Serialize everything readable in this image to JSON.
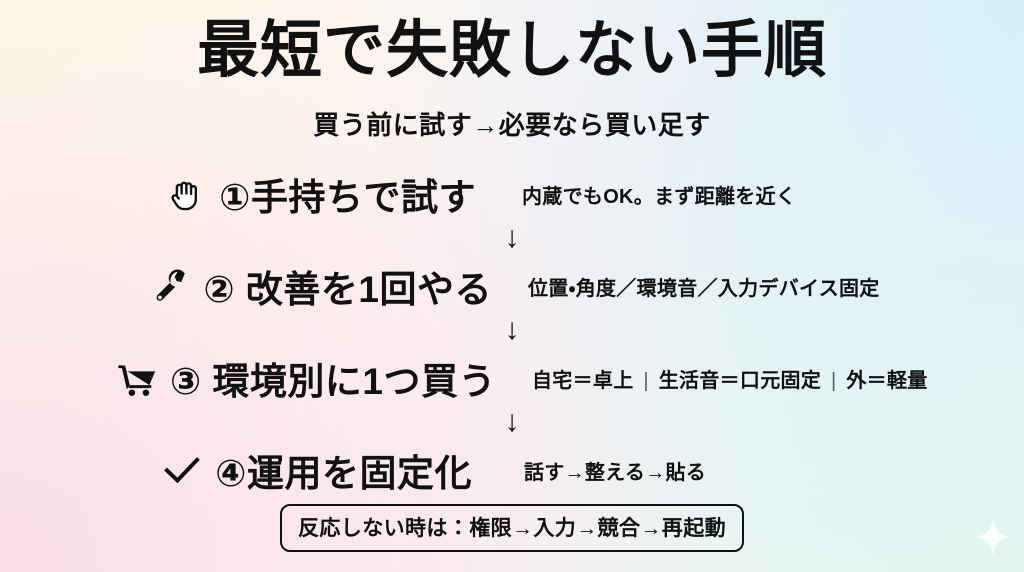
{
  "slide": {
    "title": "最短で失敗しない手順",
    "subtitle": "買う前に試す→必要なら買い足す",
    "connector_arrow": "↓",
    "footer_note": "反応しない時は：権限→入力→競合→再起動",
    "sparkle_icon": "sparkle-icon",
    "colors": {
      "text": "#111111",
      "bg_top_left": "#fdfbe9",
      "bg_top_right": "#e3f4fa",
      "bg_bottom_left": "#fae8ee",
      "bg_bottom_right": "#e9f5f2",
      "sparkle": "#ffffff"
    }
  },
  "steps": [
    {
      "icon": "raised-hand-icon",
      "number": "①",
      "label": "①手持ちで試す",
      "note_parts": [
        "内蔵でもOK。まず距離を近く"
      ],
      "note": "内蔵でもOK。まず距離を近く"
    },
    {
      "icon": "wrench-icon",
      "number": "②",
      "label": "② 改善を1回やる",
      "note_parts": [
        "位置・角度／環境音／入力デバイス固定"
      ],
      "note": "位置・角度／環境音／入力デバイス固定"
    },
    {
      "icon": "shopping-cart-icon",
      "number": "③",
      "label": "③ 環境別に1つ買う",
      "note_parts": [
        "自宅＝卓上",
        "生活音＝口元固定",
        "外＝軽量"
      ],
      "note_separator": "|",
      "note": "自宅＝卓上 | 生活音＝口元固定 | 外＝軽量"
    },
    {
      "icon": "check-mark-icon",
      "number": "④",
      "label": "④運用を固定化",
      "note_parts": [
        "話す→整える→貼る"
      ],
      "note": "話す→整える→貼る"
    }
  ]
}
